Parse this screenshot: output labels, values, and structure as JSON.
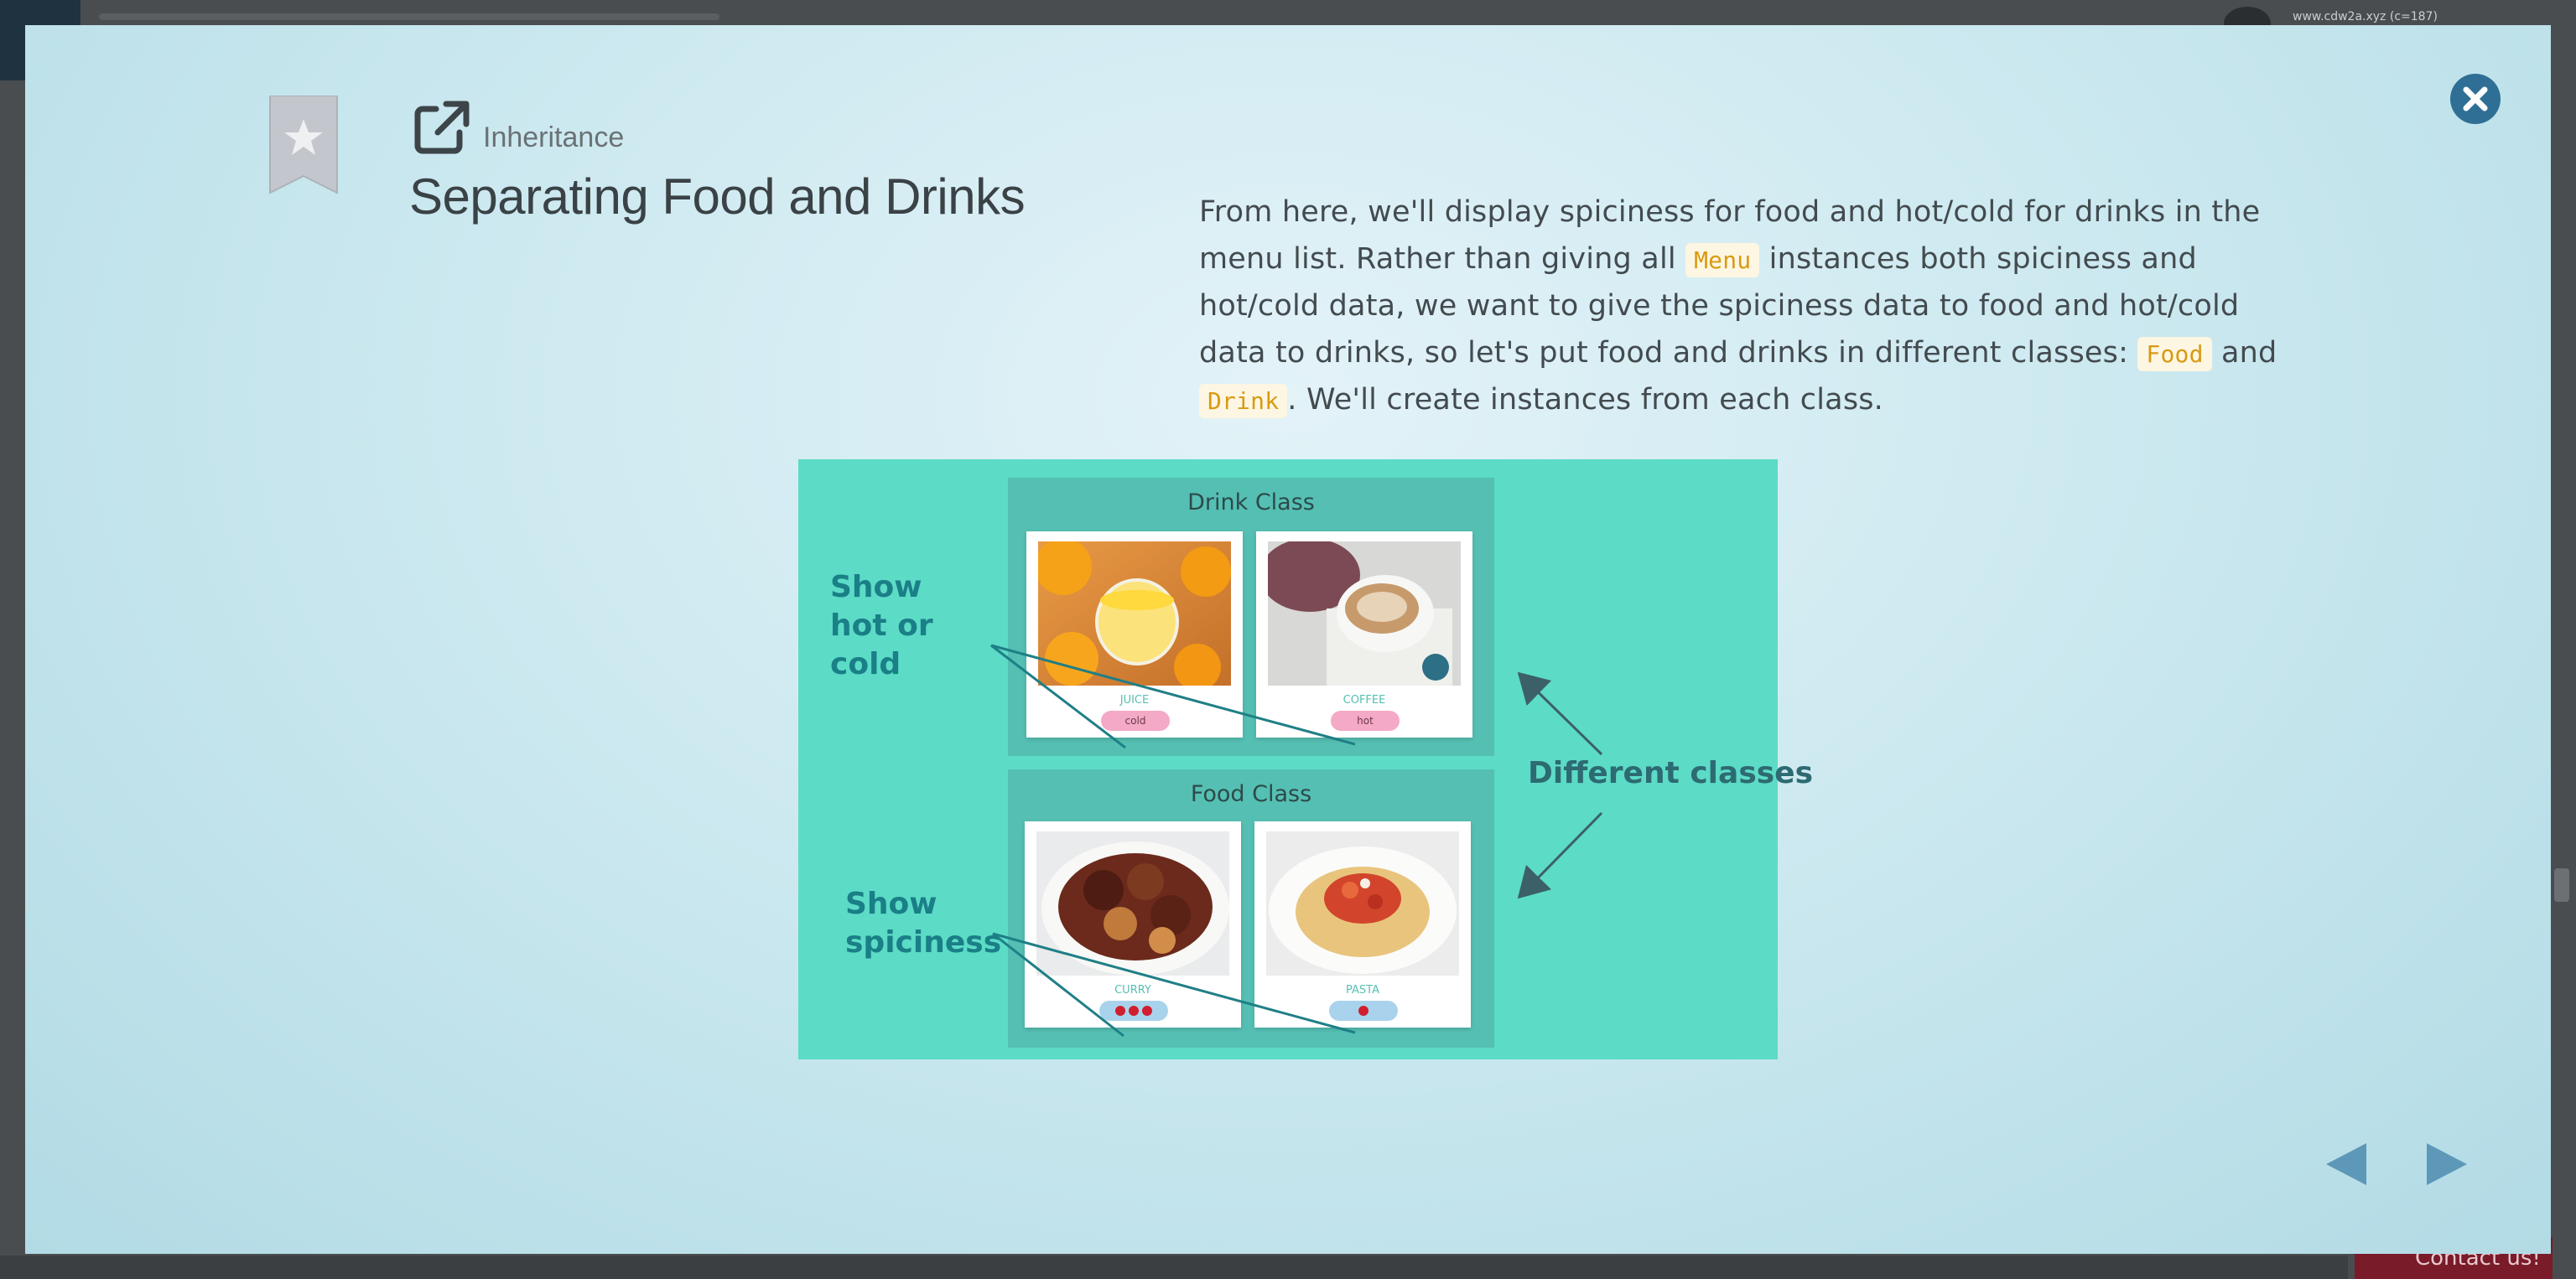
{
  "background": {
    "url_text": "www.cdw2a.xyz (c=187)",
    "contact_label": "Contact us!"
  },
  "modal": {
    "subtitle": "Inheritance",
    "title": "Separating Food and Drinks",
    "description": {
      "part1": "From here, we'll display spiciness for food and hot/cold for drinks in the menu list. Rather than giving all ",
      "code1": "Menu",
      "part2": " instances both spiciness and hot/cold data, we want to give the spiciness data to food and hot/cold data to drinks, so let's put food and drinks in different classes: ",
      "code2": "Food",
      "part3": " and ",
      "code3": "Drink",
      "part4": ". We'll create instances from each class."
    },
    "figure": {
      "drink_class_title": "Drink Class",
      "food_class_title": "Food Class",
      "annotation_hot_cold": "Show hot or cold",
      "annotation_spiciness": "Show spiciness",
      "annotation_classes": "Different classes",
      "drink_cards": [
        {
          "name": "JUICE",
          "tag": "cold"
        },
        {
          "name": "COFFEE",
          "tag": "hot"
        }
      ],
      "food_cards": [
        {
          "name": "CURRY",
          "spiciness": 3
        },
        {
          "name": "PASTA",
          "spiciness": 1
        }
      ]
    },
    "icons": {
      "bookmark": "bookmark-star-icon",
      "external_link": "external-link-icon",
      "close": "close-circle-icon",
      "prev": "triangle-left-icon",
      "next": "triangle-right-icon"
    },
    "colors": {
      "accent_nav": "#5d98b8",
      "close_button": "#2f6f95",
      "code_text": "#d89a10",
      "figure_bg": "#5cdbc7"
    }
  }
}
